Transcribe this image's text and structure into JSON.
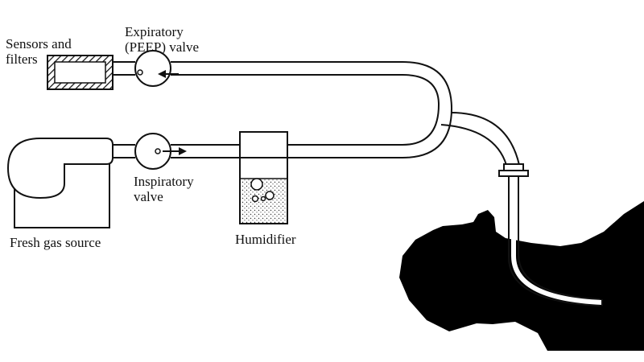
{
  "diagram": {
    "labels": {
      "sensors_filters": "Sensors and\nfilters",
      "expiratory_valve": "Expiratory\n(PEEP) valve",
      "inspiratory_valve": "Inspiratory\nvalve",
      "fresh_gas_source": "Fresh gas source",
      "humidifier": "Humidifier"
    },
    "colors": {
      "line": "#111111",
      "hatch": "#111111",
      "silhouette": "#000000",
      "background": "#ffffff"
    },
    "components": [
      "fresh-gas-source-blower",
      "inspiratory-valve",
      "humidifier",
      "patient-y-piece",
      "endotracheal-tube",
      "expiratory-valve",
      "sensors-and-filters"
    ]
  }
}
